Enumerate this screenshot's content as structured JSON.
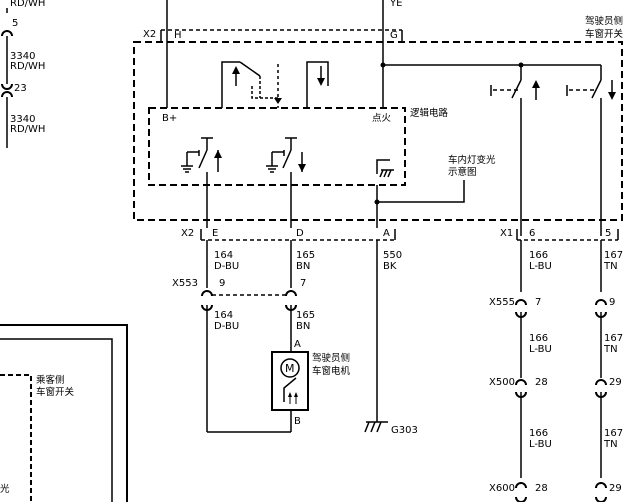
{
  "left_wires": {
    "top_color": "RD/WH",
    "pin_a": "5",
    "wire_a_number": "3340",
    "wire_a_color": "RD/WH",
    "pin_b": "23",
    "wire_b_number": "3340",
    "wire_b_color": "RD/WH"
  },
  "top_wires": {
    "ye_label": "YE"
  },
  "driver_switch": {
    "title_line1": "驾驶员侧",
    "title_line2": "车窗开关",
    "conn_x2": "X2",
    "pin_h": "H",
    "pin_g": "G",
    "logic_label": "逻辑电路",
    "bplus": "B+",
    "ignition": "点火",
    "dome_label_line1": "车内灯变光",
    "dome_label_line2": "示意图"
  },
  "bottom_connectors": {
    "x2": "X2",
    "pin_e": "E",
    "pin_d": "D",
    "pin_a": "A",
    "x1": "X1",
    "pin_6": "6",
    "pin_5": "5"
  },
  "wires": {
    "w164_num": "164",
    "w164_color": "D-BU",
    "w165_num": "165",
    "w165_color": "BN",
    "w550_num": "550",
    "w550_color": "BK",
    "w166_num": "166",
    "w166_color": "L-BU",
    "w167_num": "167",
    "w167_color": "TN"
  },
  "inline_connectors": {
    "x553": "X553",
    "x553_pin_e": "9",
    "x553_pin_d": "7",
    "x555": "X555",
    "x555_pin_left": "7",
    "x555_pin_right": "9",
    "x500": "X500",
    "x500_pin_left": "28",
    "x500_pin_right": "29",
    "x600": "X600",
    "x600_pin_left": "28",
    "x600_pin_right": "29"
  },
  "motor": {
    "pin_a": "A",
    "pin_b": "B",
    "symbol": "M",
    "label_line1": "驾驶员侧",
    "label_line2": "车窗电机"
  },
  "ground": {
    "label": "G303"
  },
  "passenger_switch": {
    "label_line1": "乘客侧",
    "label_line2": "车窗开关",
    "partial_text": "光"
  }
}
